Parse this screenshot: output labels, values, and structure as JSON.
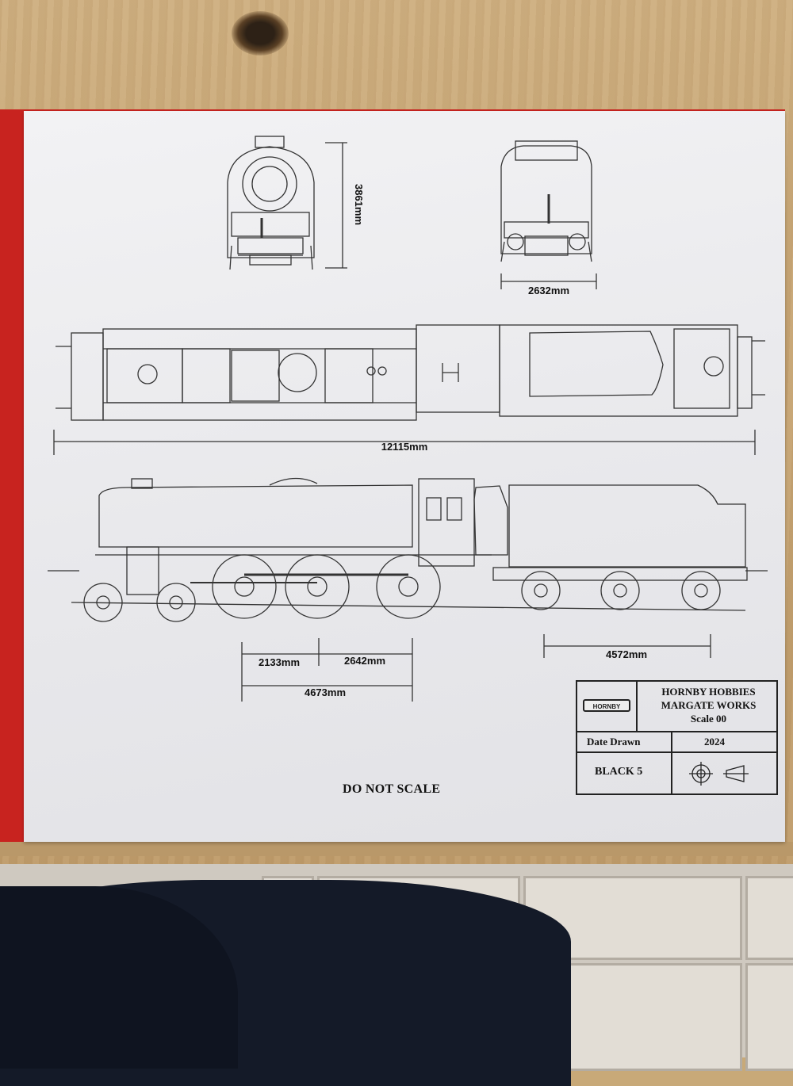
{
  "drawing": {
    "dimensions": {
      "height": "3861mm",
      "tender_width": "2632mm",
      "overall_length": "12115mm",
      "wheelbase_front": "2133mm",
      "wheelbase_rear": "2642mm",
      "loco_wheelbase": "4673mm",
      "tender_wheelbase": "4572mm"
    },
    "note": "DO NOT SCALE"
  },
  "title_block": {
    "logo_text": "HORNBY",
    "company_line1": "HORNBY HOBBIES",
    "company_line2": "MARGATE WORKS",
    "scale": "Scale 00",
    "date_label": "Date Drawn",
    "date_value": "2024",
    "model": "BLACK 5",
    "projection_symbol": "third-angle-projection-icon"
  },
  "colors": {
    "box_red": "#c8231f",
    "paper": "#ececef",
    "wood": "#c7a574",
    "ink": "#222222"
  }
}
